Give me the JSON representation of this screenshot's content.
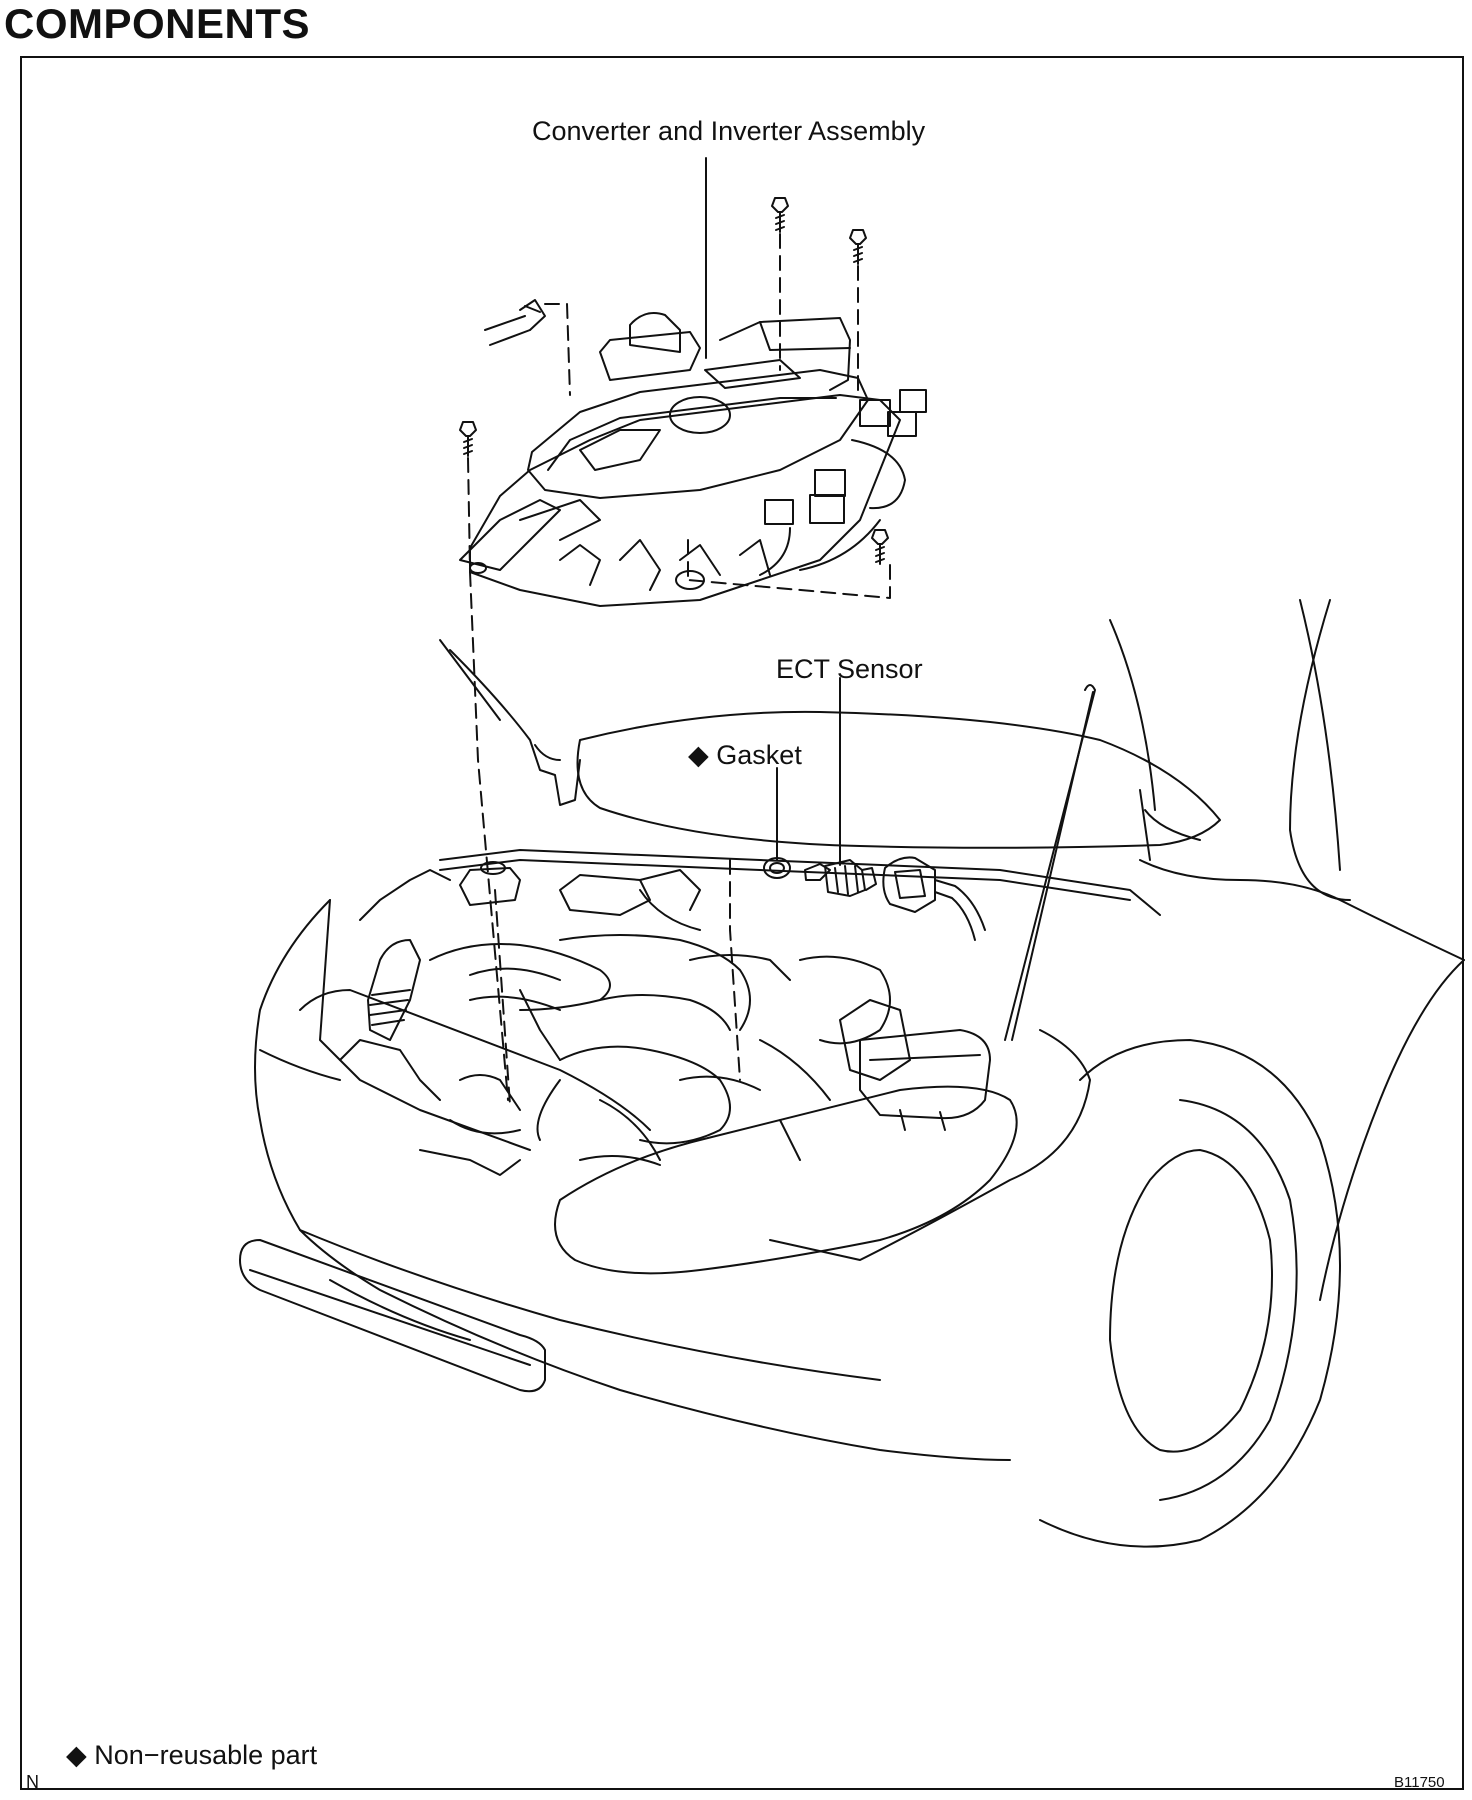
{
  "page": {
    "heading": "COMPONENTS"
  },
  "labels": {
    "converter": "Converter and Inverter Assembly",
    "ect_sensor": "ECT Sensor",
    "gasket": "Gasket",
    "diamond_symbol": "◆"
  },
  "legend": {
    "symbol": "◆",
    "text": "Non−reusable part"
  },
  "footer": {
    "left_mark": "N",
    "figure_code": "B11750"
  },
  "icons": [
    "bolt-icon",
    "hose-icon",
    "sensor-icon",
    "gasket-ring-icon",
    "connector-icon"
  ],
  "colors": {
    "ink": "#111111",
    "paper": "#ffffff"
  }
}
